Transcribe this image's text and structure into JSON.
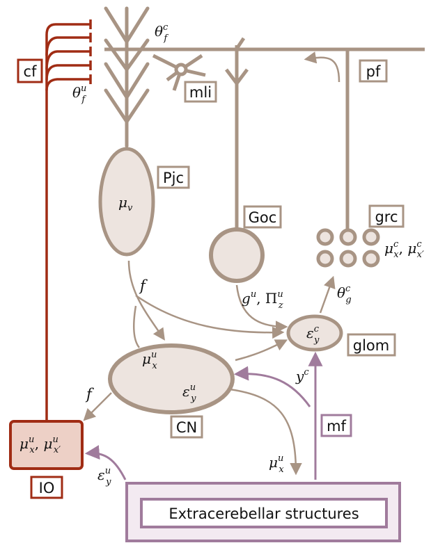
{
  "labels": {
    "cf": "cf",
    "mli": "mli",
    "pf": "pf",
    "pjc": "Pjc",
    "goc": "Goc",
    "grc": "grc",
    "glom": "glom",
    "cn": "CN",
    "mf": "mf",
    "io": "IO",
    "extracerebellar": "Extracerebellar structures"
  },
  "math": {
    "theta_f_c": "θ",
    "theta_f_c_sup": "c",
    "theta_f_c_sub": "f",
    "theta_f_u": "θ",
    "theta_f_u_sup": "u",
    "theta_f_u_sub": "f",
    "mu_v": "μ",
    "mu_v_sub": "v",
    "grc_sym": "μ",
    "grc_sup1": "c",
    "grc_sub1": "x",
    "grc_sup2": "c",
    "grc_sub2": "x′",
    "theta_g": "θ",
    "theta_g_sup": "c",
    "theta_g_sub": "g",
    "goc_g": "g",
    "goc_g_sup": "u",
    "goc_pi": "Π",
    "goc_pi_sup": "u",
    "goc_pi_sub": "z",
    "glom_eps": "ε",
    "glom_eps_sup": "c",
    "glom_eps_sub": "y",
    "f_top": "f",
    "f_left": "f",
    "cn_mu": "μ",
    "cn_mu_sup": "u",
    "cn_mu_sub": "x",
    "cn_eps": "ε",
    "cn_eps_sup": "u",
    "cn_eps_sub": "y",
    "y_c": "y",
    "y_c_sup": "c",
    "io_mu": "μ",
    "io_sup1": "u",
    "io_sub1": "x",
    "io_sup2": "u",
    "io_sub2": "x′",
    "mu_out": "μ",
    "mu_out_sup": "u",
    "mu_out_sub": "x",
    "eps_io": "ε",
    "eps_io_sup": "u",
    "eps_io_sub": "y"
  },
  "colors": {
    "neuron": "#a89484",
    "neuron_fill": "#ede4df",
    "climbing": "#a02c14",
    "io_fill": "#edd0c6",
    "mossy": "#a07b9c",
    "extra_fill": "#f3eaf1"
  }
}
